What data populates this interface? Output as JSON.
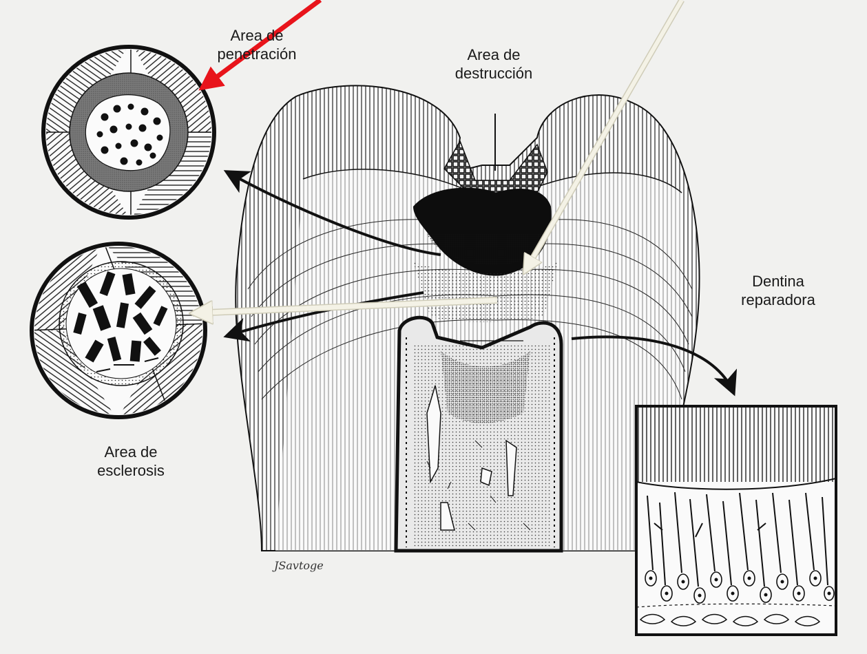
{
  "labels": {
    "penetracion": [
      "Area de",
      "penetración"
    ],
    "destruccion": [
      "Area de",
      "destrucción"
    ],
    "dentina": [
      "Dentina",
      "reparadora"
    ],
    "esclerosis": [
      "Area de",
      "esclerosis"
    ]
  },
  "signature": "JSavtoge",
  "colors": {
    "background": "#f1f1ef",
    "ink": "#111111",
    "pointer_red": "#e8141b",
    "pointer_cream": "#f4f2e6"
  },
  "icons": [
    "red-arrow-icon",
    "cream-arrow-icon",
    "black-curved-arrow-icon"
  ]
}
